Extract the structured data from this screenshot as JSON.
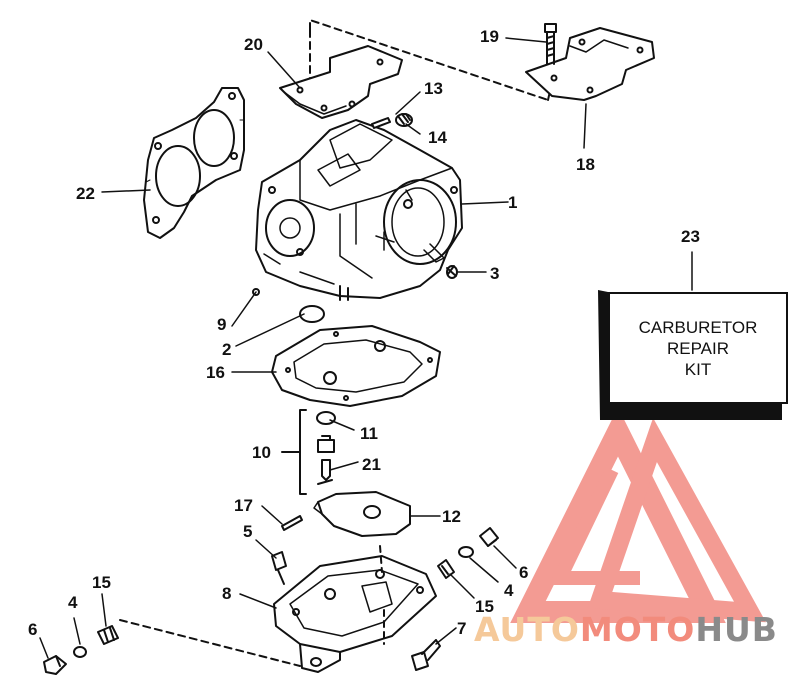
{
  "callouts": {
    "n1": "1",
    "n2": "2",
    "n3": "3",
    "n4a": "4",
    "n4b": "4",
    "n5": "5",
    "n6a": "6",
    "n6b": "6",
    "n7": "7",
    "n8": "8",
    "n9": "9",
    "n10": "10",
    "n11": "11",
    "n12": "12",
    "n13": "13",
    "n14": "14",
    "n15a": "15",
    "n15b": "15",
    "n16": "16",
    "n17": "17",
    "n18": "18",
    "n19": "19",
    "n20": "20",
    "n21": "21",
    "n22": "22",
    "n23": "23"
  },
  "kit": {
    "line1": "CARBURETOR",
    "line2": "REPAIR",
    "line3": "KIT"
  },
  "watermark": {
    "part1": "AUTO",
    "part2": "MOTO",
    "part3": "HUB",
    "colors": {
      "auto": "#f5c99a",
      "moto": "#f28b7c",
      "hub": "#8a8a8a",
      "logo": "#f07a70"
    }
  }
}
